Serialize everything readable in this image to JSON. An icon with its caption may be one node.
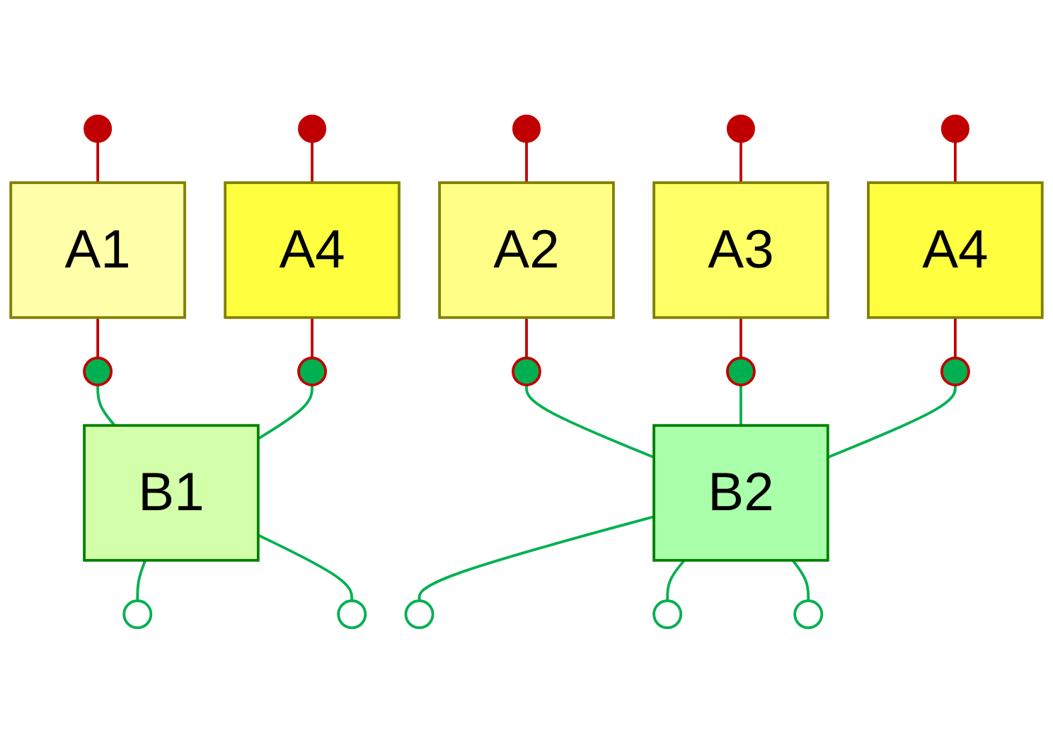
{
  "diagram": {
    "nodes": [
      {
        "text": [],
        "shape": "circle"
      },
      {
        "text": [],
        "shape": "circle"
      },
      {
        "text": [],
        "shape": "circle"
      },
      {
        "text": [],
        "shape": "circle"
      },
      {
        "text": [],
        "shape": "circle"
      },
      {
        "text": [
          "A1"
        ]
      },
      {
        "text": [
          "A4"
        ]
      },
      {
        "text": [
          "A2"
        ]
      },
      {
        "text": [
          "A3"
        ]
      },
      {
        "text": [
          "A4"
        ]
      },
      {
        "text": [],
        "shape": "circle"
      },
      {
        "text": [],
        "shape": "circle"
      },
      {
        "text": [],
        "shape": "circle"
      },
      {
        "text": [],
        "shape": "circle"
      },
      {
        "text": [],
        "shape": "circle"
      },
      {
        "text": [
          "B1"
        ]
      },
      {
        "text": [
          "B2"
        ]
      },
      {
        "text": [],
        "shape": "circle"
      },
      {
        "text": [],
        "shape": "circle"
      },
      {
        "text": [],
        "shape": "circle"
      },
      {
        "text": [],
        "shape": "circle"
      },
      {
        "text": [],
        "shape": "circle"
      }
    ],
    "edges": [
      {
        "from": 0,
        "to": 5,
        "arrow": "none",
        "color": "#c00000"
      },
      {
        "from": 1,
        "to": 6,
        "arrow": "none",
        "color": "#c00000"
      },
      {
        "from": 2,
        "to": 7,
        "arrow": "none",
        "color": "#c00000"
      },
      {
        "from": 3,
        "to": 8,
        "arrow": "none",
        "color": "#c00000"
      },
      {
        "from": 4,
        "to": 9,
        "arrow": "none",
        "color": "#c00000"
      },
      {
        "from": 5,
        "to": 10,
        "arrow": "none",
        "color": "#c00000"
      },
      {
        "from": 6,
        "to": 11,
        "arrow": "none",
        "color": "#c00000"
      },
      {
        "from": 7,
        "to": 12,
        "arrow": "none",
        "color": "#c00000"
      },
      {
        "from": 8,
        "to": 13,
        "arrow": "none",
        "color": "#c00000"
      },
      {
        "from": 9,
        "to": 14,
        "arrow": "none",
        "color": "#c00000"
      },
      {
        "from": 10,
        "to": 15,
        "arrow": "none",
        "color": "#00b050"
      },
      {
        "from": 11,
        "to": 15,
        "arrow": "none",
        "color": "#00b050"
      },
      {
        "from": 12,
        "to": 16,
        "arrow": "none",
        "color": "#00b050"
      },
      {
        "from": 13,
        "to": 16,
        "arrow": "none",
        "color": "#00b050"
      },
      {
        "from": 14,
        "to": 16,
        "arrow": "none",
        "color": "#00b050"
      },
      {
        "from": 15,
        "to": 17,
        "arrow": "none",
        "color": "#00b050"
      },
      {
        "from": 15,
        "to": 18,
        "arrow": "none",
        "color": "#00b050"
      },
      {
        "from": 16,
        "to": 19,
        "arrow": "none",
        "color": "#00b050"
      },
      {
        "from": 16,
        "to": 20,
        "arrow": "none",
        "color": "#00b050"
      },
      {
        "from": 16,
        "to": 21,
        "arrow": "none",
        "color": "#00b050"
      }
    ]
  }
}
